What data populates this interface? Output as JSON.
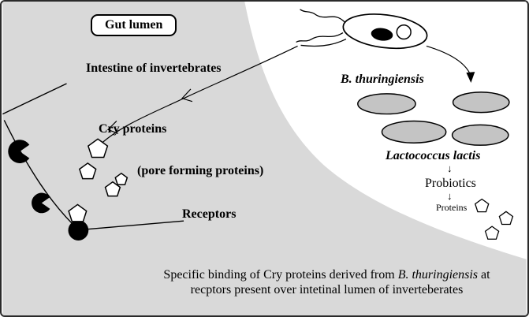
{
  "figure": {
    "gut_lumen": "Gut lumen",
    "intestine": "Intestine of invertebrates",
    "cry_proteins": "Cry proteins",
    "pore_forming": "(pore forming proteins)",
    "receptors": "Receptors",
    "b_thuringiensis": "B. thuringiensis",
    "lactococcus": "Lactococcus lactis",
    "down_arrow_1": "↓",
    "probiotics": "Probiotics",
    "down_arrow_2": "↓",
    "proteins": "Proteins",
    "caption_line1_pre": "Specific binding of Cry proteins derived from ",
    "caption_line1_italic": "B. thuringiensis",
    "caption_line1_post": " at",
    "caption_line2": "recptors present over intetinal lumen of inverteberates",
    "colors": {
      "lumen_gray": "#d9d9d9",
      "cell_gray": "#c4c4c4",
      "outline": "#000000",
      "background": "#ffffff"
    }
  }
}
